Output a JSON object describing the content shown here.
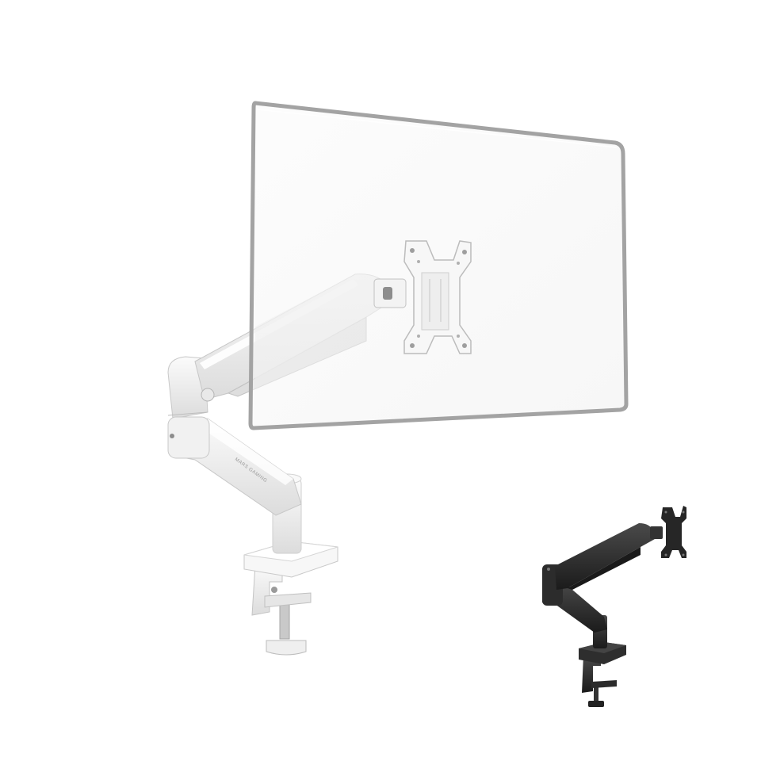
{
  "product": {
    "brand_label": "MARS GAMING",
    "variants": [
      {
        "name": "white-variant",
        "color": "#f2f2f2"
      },
      {
        "name": "black-variant",
        "color": "#2a2a2a"
      }
    ]
  },
  "colors": {
    "background": "#ffffff",
    "monitor_frame": "#9e9e9e",
    "monitor_glass": "#f5f5f5",
    "arm_white": "#f0f0f0",
    "arm_shade": "#d9d9d9",
    "arm_black": "#2a2a2a"
  }
}
